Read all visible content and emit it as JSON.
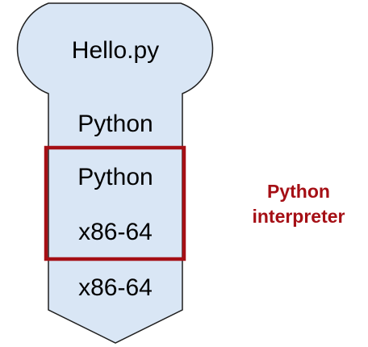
{
  "diagram": {
    "top_label": "Hello.py",
    "layer_1": "Python",
    "layer_2": "Python",
    "layer_3": "x86-64",
    "layer_4": "x86-64",
    "annotation_line1": "Python",
    "annotation_line2": "interpreter"
  },
  "colors": {
    "shape_fill": "#d9e6f5",
    "shape_stroke": "#1f1f1f",
    "highlight_border": "#a50f15",
    "annotation_text": "#a50f15"
  }
}
